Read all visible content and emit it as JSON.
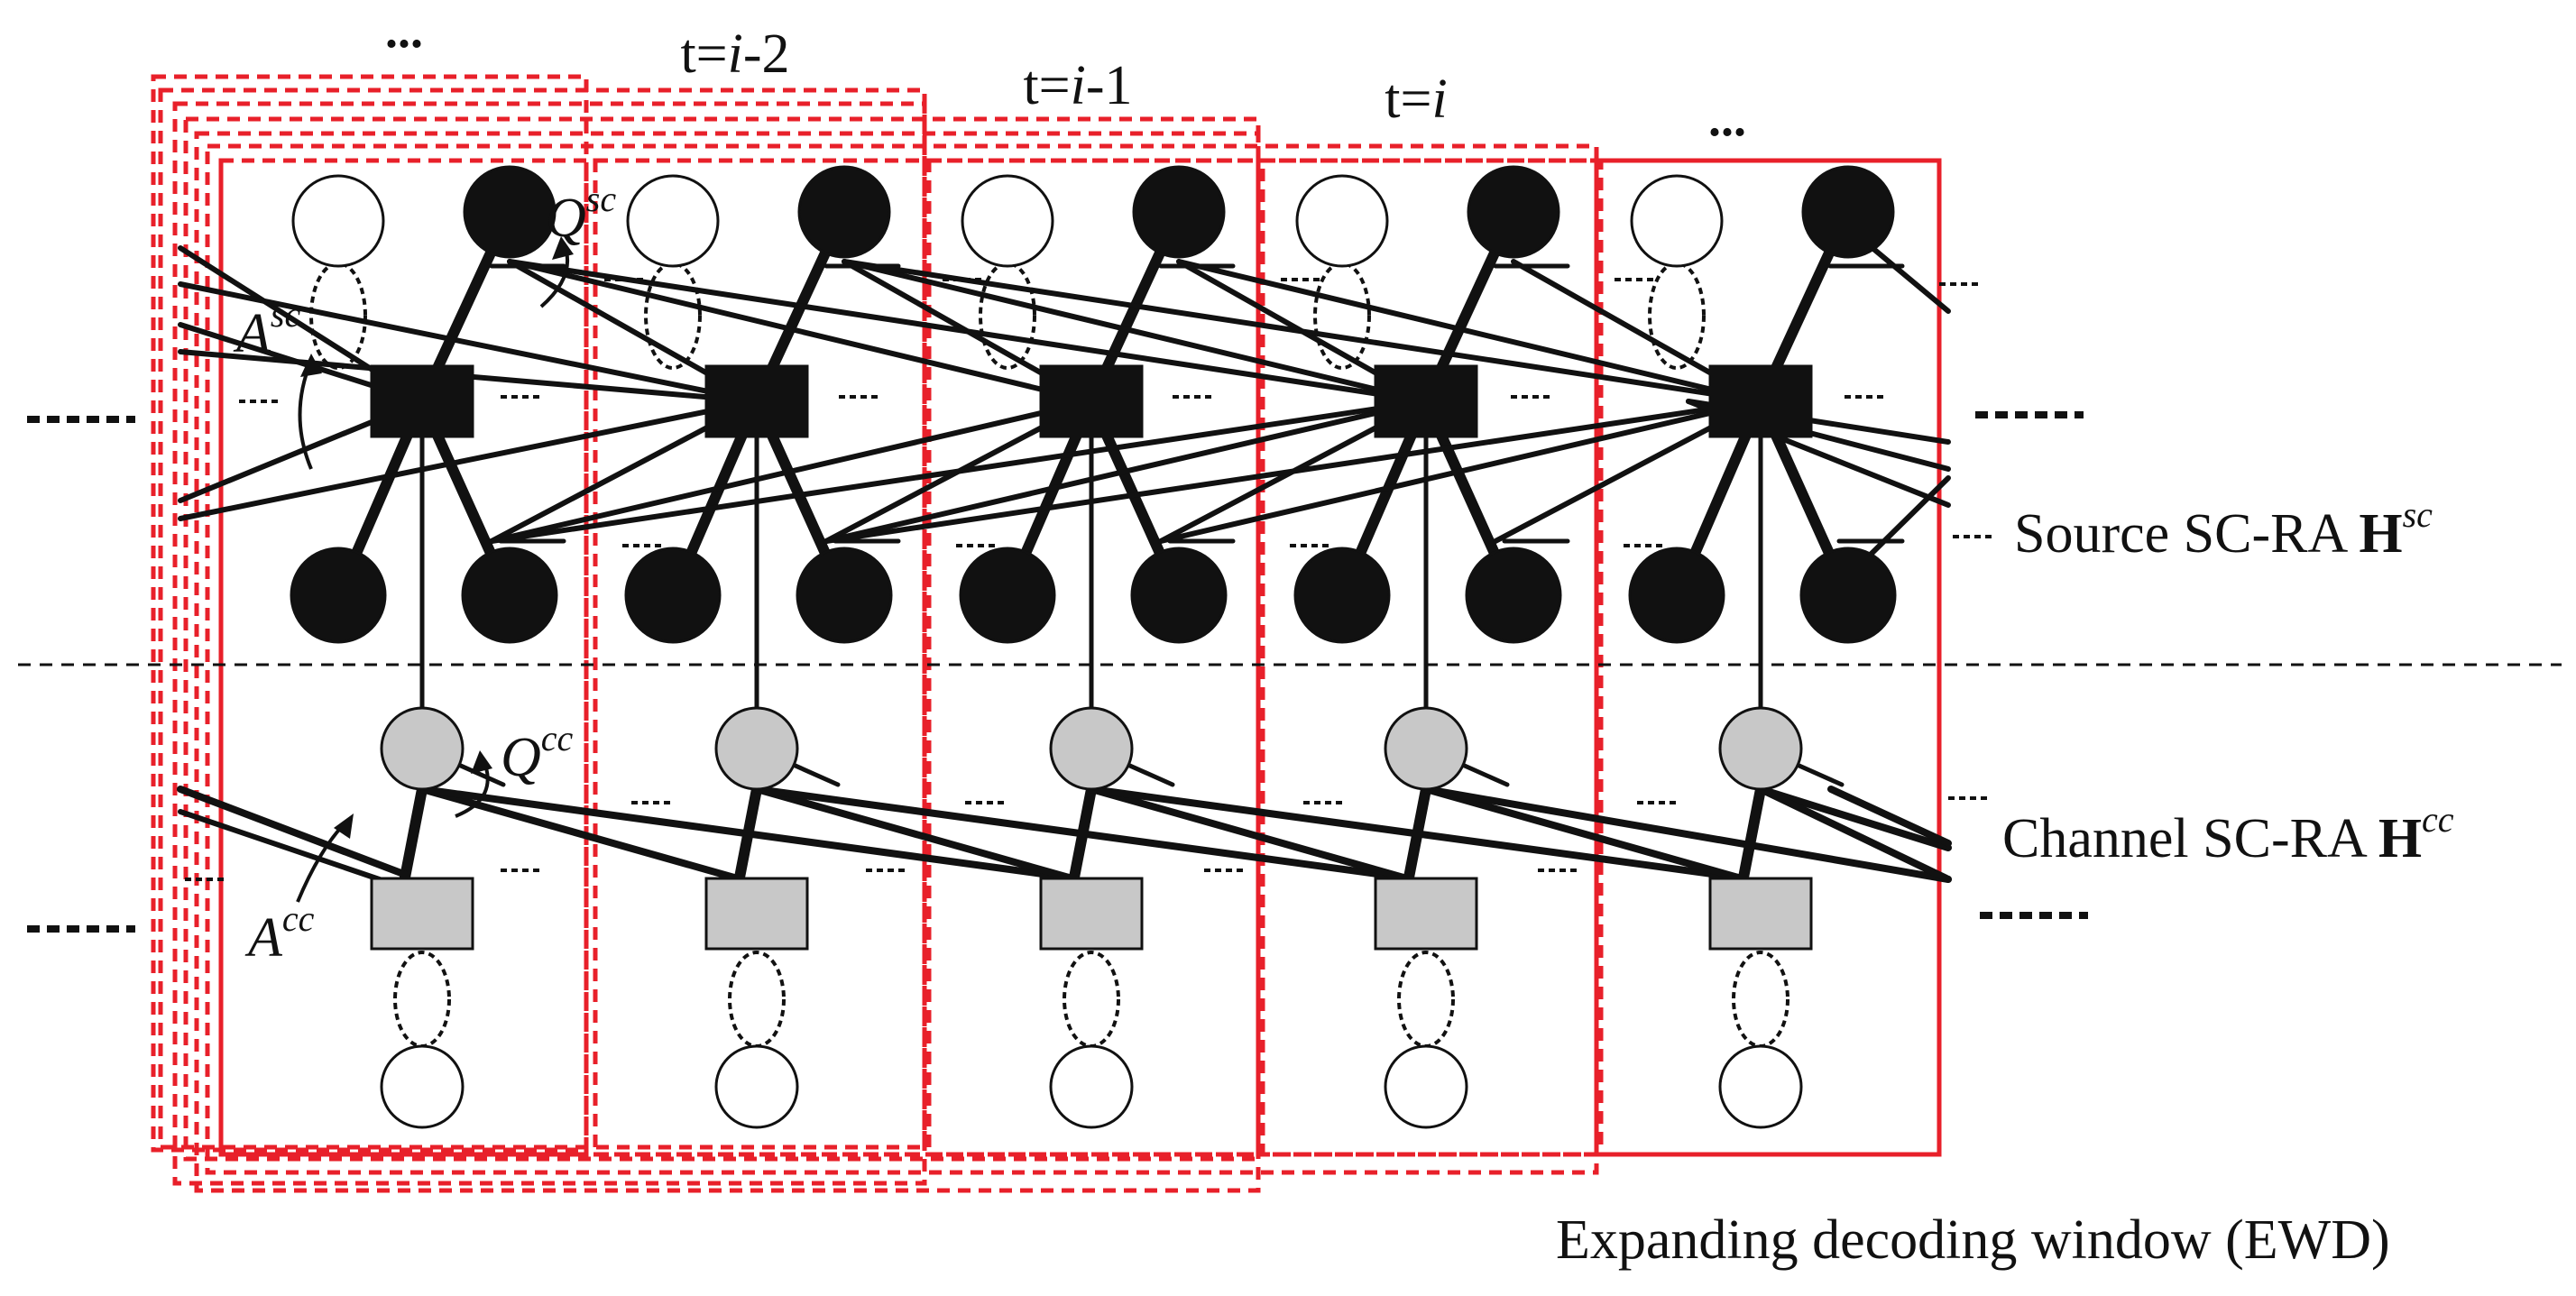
{
  "time_labels": {
    "left_ellipsis": "...",
    "t_i_minus_2": {
      "prefix": "t=",
      "var": "i",
      "suffix": "-2"
    },
    "t_i_minus_1": {
      "prefix": "t=",
      "var": "i",
      "suffix": "-1"
    },
    "t_i": {
      "prefix": "t=",
      "var": "i",
      "suffix": ""
    },
    "right_ellipsis": "..."
  },
  "annotations": {
    "A_sc": {
      "base": "A",
      "sup": "sc"
    },
    "Q_sc": {
      "base": "Q",
      "sup": "sc"
    },
    "A_cc": {
      "base": "A",
      "sup": "cc"
    },
    "Q_cc": {
      "base": "Q",
      "sup": "cc"
    }
  },
  "side_labels": {
    "source": {
      "text": "Source SC-RA ",
      "bold": "H",
      "sup": "sc"
    },
    "channel": {
      "text": "Channel SC-RA ",
      "bold": "H",
      "sup": "cc"
    }
  },
  "caption": "Expanding decoding window (EWD)",
  "colors": {
    "window_border": "#e8202a",
    "node_black": "#111111",
    "node_gray": "#c8c8c8",
    "node_white": "#ffffff"
  },
  "block_count": 5
}
